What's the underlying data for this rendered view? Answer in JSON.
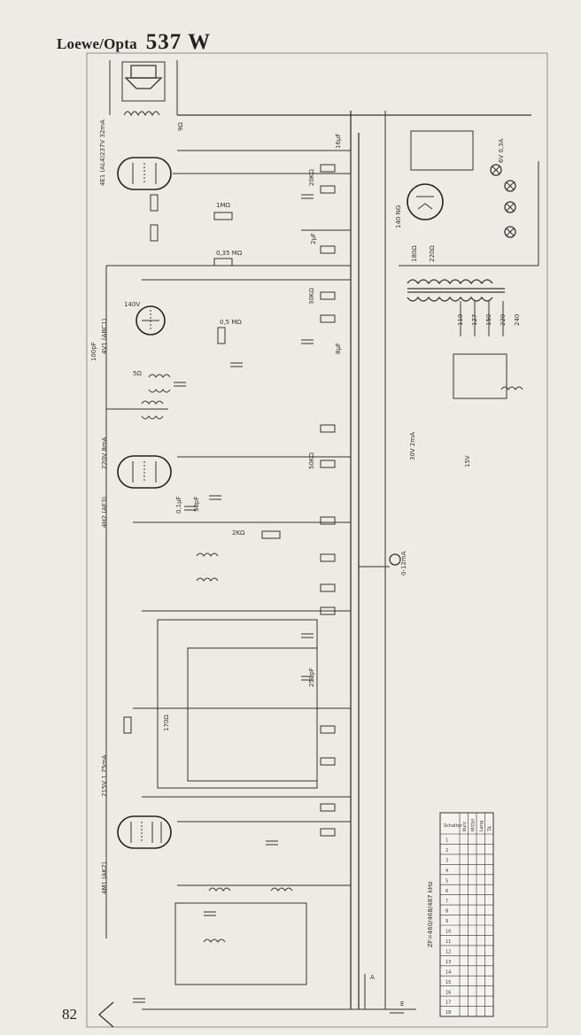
{
  "header": {
    "maker": "Loewe/Opta",
    "model": "537 W"
  },
  "page_number": "82",
  "tubes": [
    {
      "name": "4E1 (AL4)",
      "note": "237V 32mA"
    },
    {
      "name": "4V1 (ABC1)",
      "note": "140V"
    },
    {
      "name": "4H2 (AF3)",
      "note": "220V 8mA"
    },
    {
      "name": "4M1 (AK2)",
      "note": "215V 1,75mA"
    },
    {
      "name": "140 NG",
      "note": ""
    }
  ],
  "component_labels": {
    "output_trafo": "9Ω",
    "r_1meg": "1MΩ",
    "r_035": "0,35 MΩ",
    "r_05": "0,5 MΩ",
    "r_2k": "2KΩ",
    "c_100pf": "100pF",
    "c_50pf": "50pF",
    "c_01": "0,1µF",
    "c_2": "2µF",
    "c_8": "8µF",
    "c_16": "16µF",
    "r_180": "180Ω",
    "r_220": "220Ω",
    "r_20k": "20KΩ",
    "r_30k": "30KΩ",
    "r_50k": "50KΩ",
    "c_250": "250pF",
    "ind_5": "5Ω",
    "ind_170": "170Ω",
    "tr_110": "110",
    "tr_127": "127",
    "tr_150": "150",
    "tr_220": "220",
    "tr_240": "240",
    "lamp": "6V 0,3A",
    "meter": "0-12mA",
    "volt_30": "30V 2mA",
    "volt_15": "15V",
    "antenna": "A",
    "earth": "E",
    "zf": "ZF=460/468/487 kHz"
  },
  "switch_table": {
    "header": "Schalter",
    "columns": [
      "1",
      "2",
      "3",
      "4",
      "5",
      "6",
      "7",
      "8",
      "9",
      "10",
      "11",
      "12",
      "13",
      "14",
      "15",
      "16",
      "17",
      "18"
    ],
    "rows": [
      "Kurz",
      "Mittel",
      "Lang",
      "TA"
    ]
  }
}
